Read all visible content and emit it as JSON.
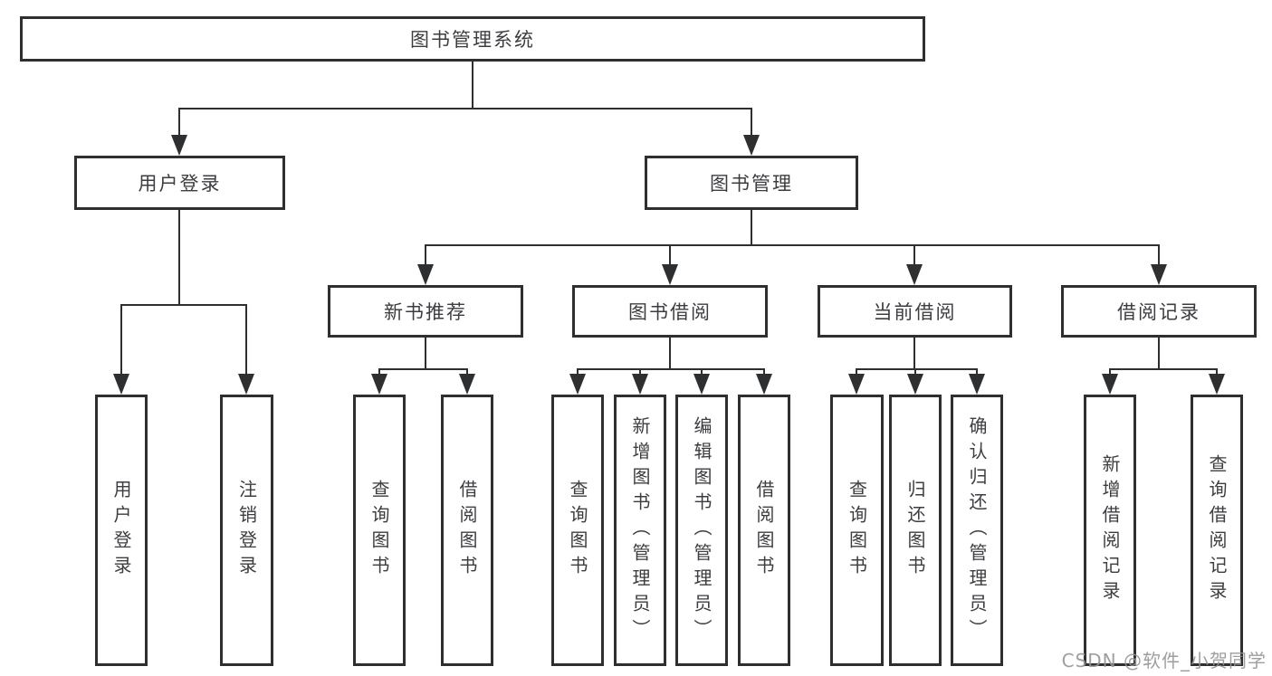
{
  "diagram": {
    "root": {
      "label": "图书管理系统"
    },
    "level2": [
      {
        "label": "用户登录"
      },
      {
        "label": "图书管理"
      }
    ],
    "level3": [
      {
        "label": "新书推荐",
        "parent": "图书管理"
      },
      {
        "label": "图书借阅",
        "parent": "图书管理"
      },
      {
        "label": "当前借阅",
        "parent": "图书管理"
      },
      {
        "label": "借阅记录",
        "parent": "图书管理"
      }
    ],
    "leaves": [
      {
        "label": "用户登录",
        "parent": "用户登录"
      },
      {
        "label": "注销登录",
        "parent": "用户登录"
      },
      {
        "label": "查询图书",
        "parent": "新书推荐"
      },
      {
        "label": "借阅图书",
        "parent": "新书推荐"
      },
      {
        "label": "查询图书",
        "parent": "图书借阅"
      },
      {
        "label": "新增图书（管理员）",
        "parent": "图书借阅"
      },
      {
        "label": "编辑图书（管理员）",
        "parent": "图书借阅"
      },
      {
        "label": "借阅图书",
        "parent": "图书借阅"
      },
      {
        "label": "查询图书",
        "parent": "当前借阅"
      },
      {
        "label": "归还图书",
        "parent": "当前借阅"
      },
      {
        "label": "确认归还（管理员）",
        "parent": "当前借阅"
      },
      {
        "label": "新增借阅记录",
        "parent": "借阅记录"
      },
      {
        "label": "查询借阅记录",
        "parent": "借阅记录"
      }
    ]
  },
  "colors": {
    "line": "#2e2f31",
    "text": "#3c3d40",
    "background": "#ffffff",
    "watermark": "#949494"
  },
  "watermark": {
    "text": "CSDN @软件_小贺同学"
  }
}
